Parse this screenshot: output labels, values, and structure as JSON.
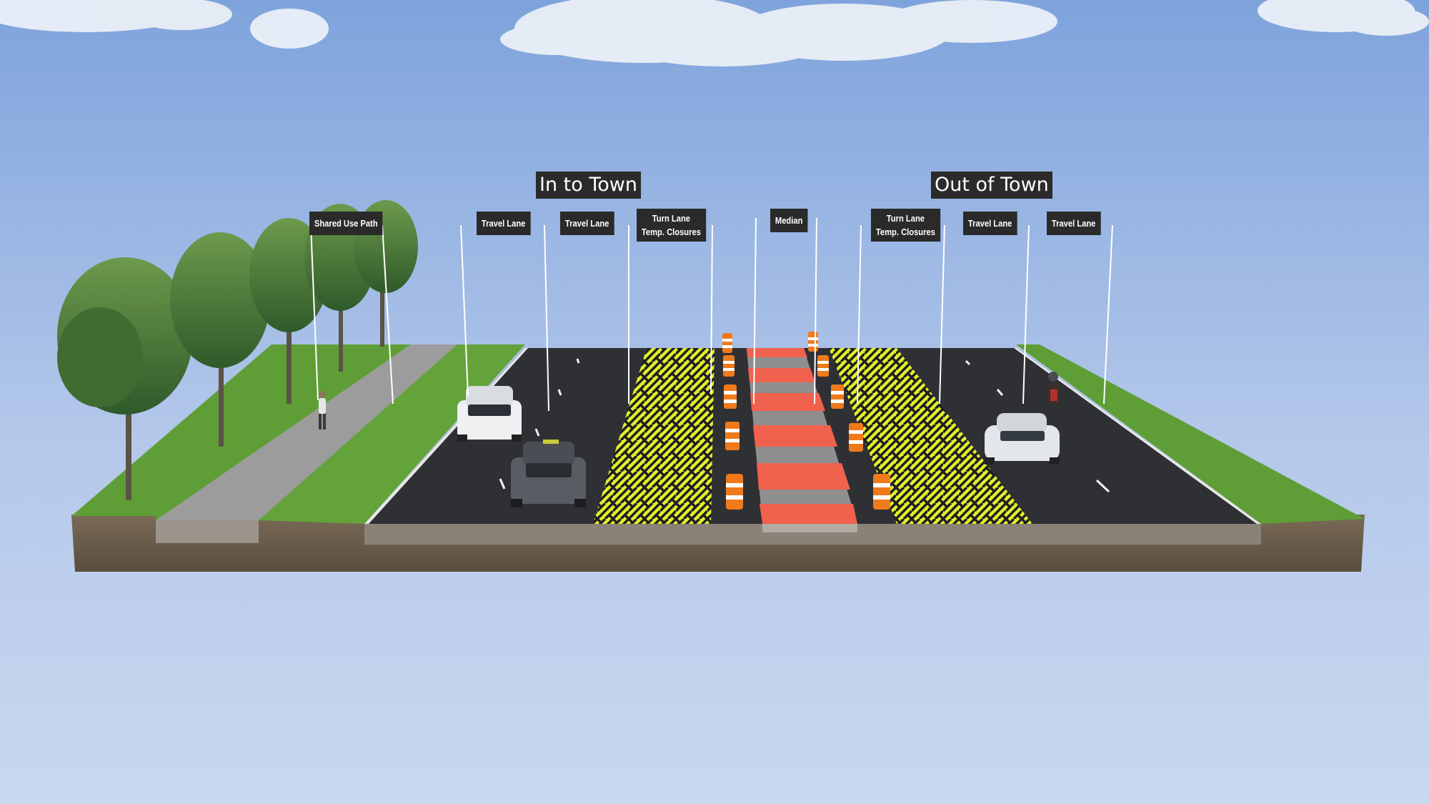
{
  "directions": {
    "in_to_town": "In to Town",
    "out_of_town": "Out of Town"
  },
  "lane_labels": {
    "shared_use_path": "Shared Use Path",
    "travel_lane_1": "Travel Lane",
    "travel_lane_2": "Travel Lane",
    "turn_lane_left": {
      "line1": "Turn Lane",
      "line2": "Temp. Closures"
    },
    "median": "Median",
    "turn_lane_right": {
      "line1": "Turn Lane",
      "line2": "Temp. Closures"
    },
    "travel_lane_3": "Travel Lane",
    "travel_lane_4": "Travel Lane"
  },
  "colors": {
    "sky_top": "#7ea3dc",
    "sky_bottom": "#c6d6ee",
    "grass": "#5f9e36",
    "asphalt": "#2f3034",
    "hatch_yellow": "#e2ef2a",
    "median_red": "#f0614e",
    "soil": "#6b5d4c",
    "label_bg": "#2a2a2a",
    "drum_orange": "#f07a1a"
  }
}
